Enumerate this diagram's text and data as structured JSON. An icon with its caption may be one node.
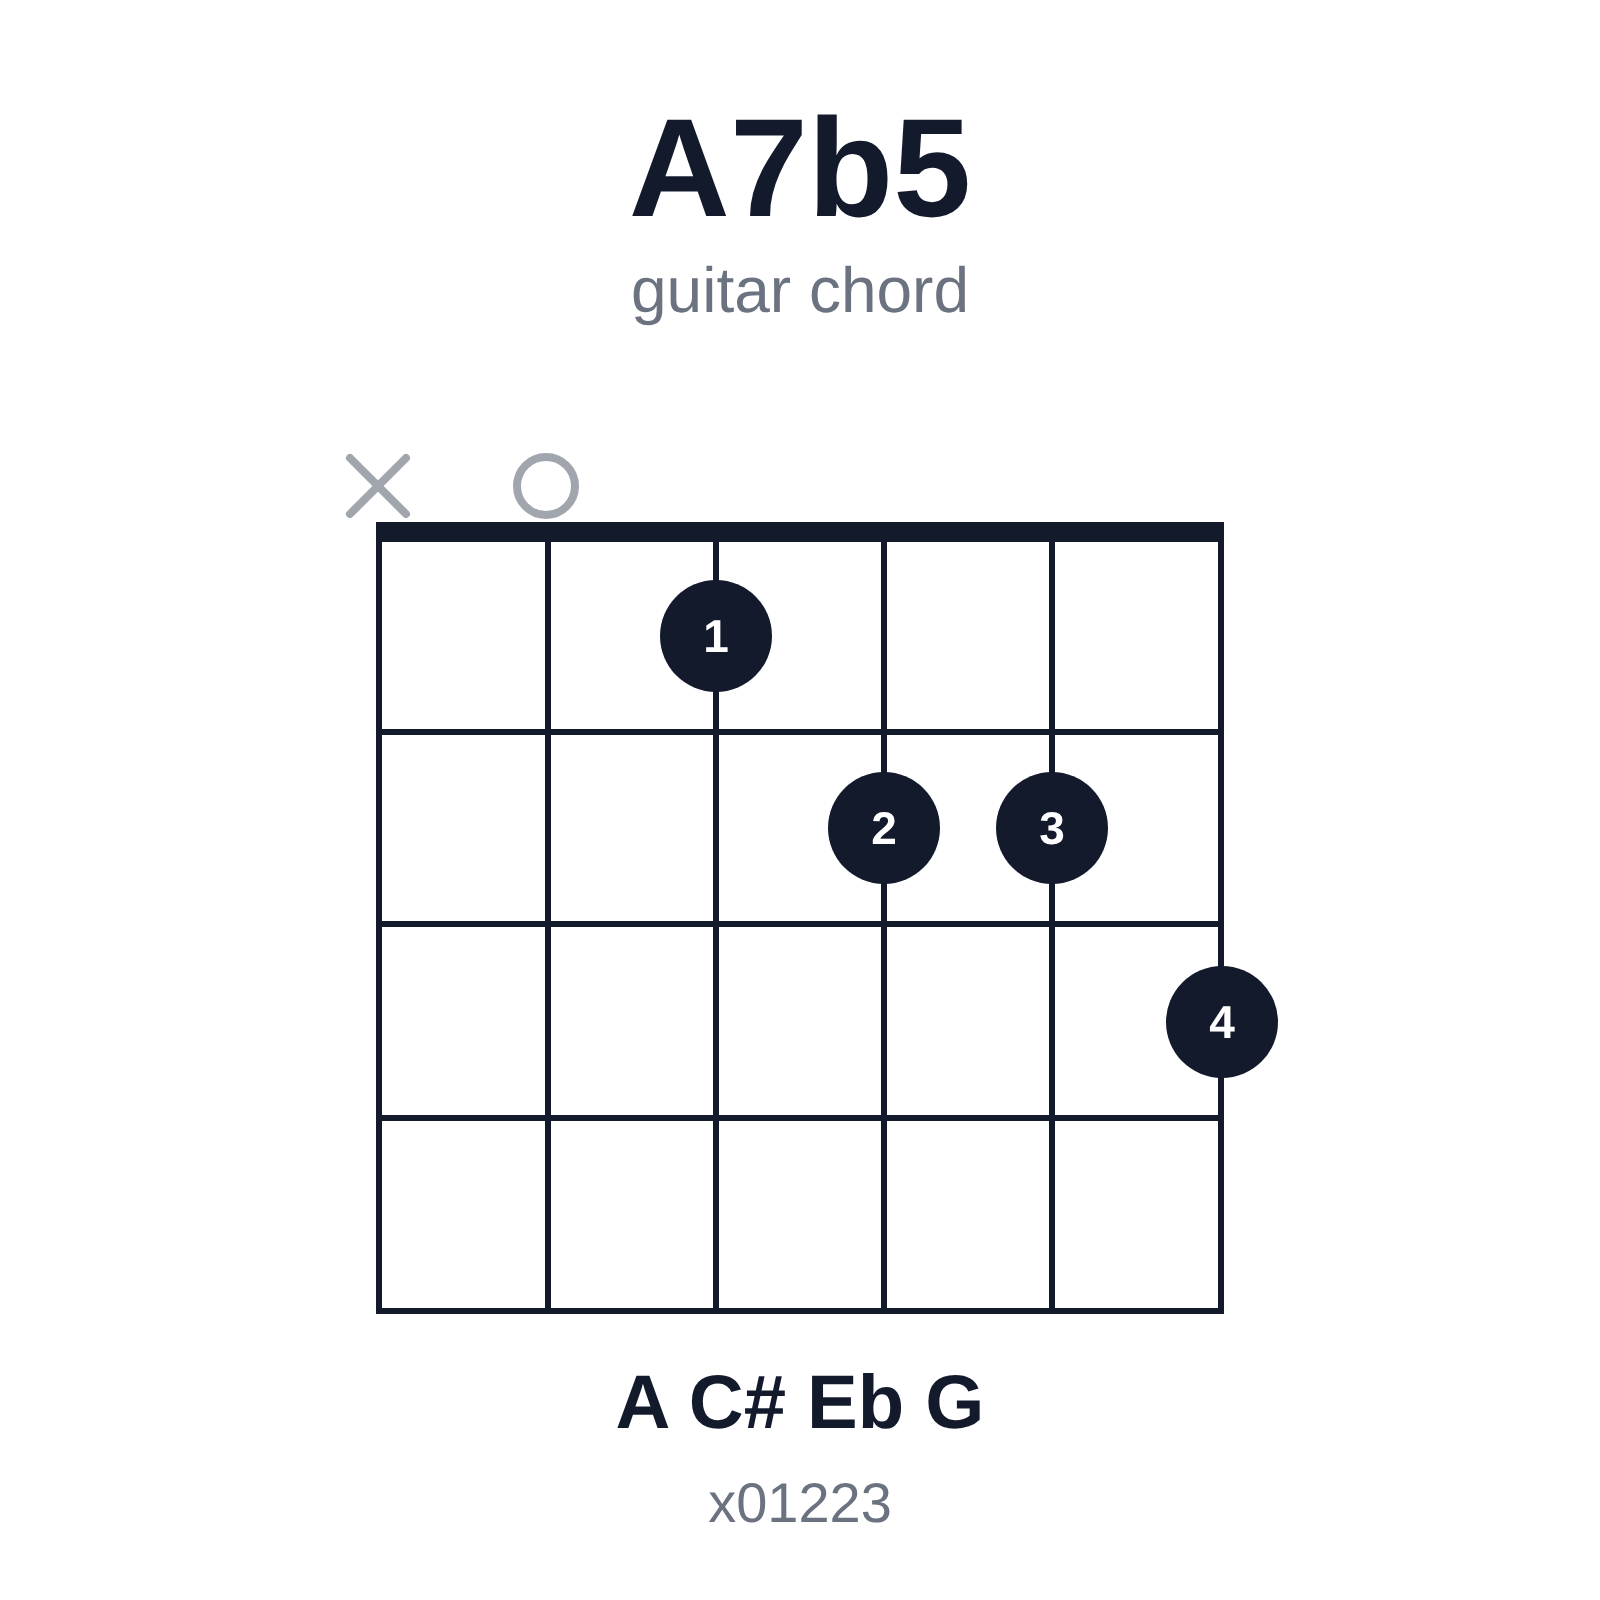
{
  "diagram": {
    "title": "A7b5",
    "nodes": [
      {
        "text": [
          "1"
        ]
      },
      {
        "text": [
          "2"
        ]
      },
      {
        "text": [
          "3"
        ]
      },
      {
        "text": [
          "4"
        ]
      }
    ],
    "labels": [
      "guitar chord",
      "A C# Eb G",
      "x01223"
    ]
  }
}
